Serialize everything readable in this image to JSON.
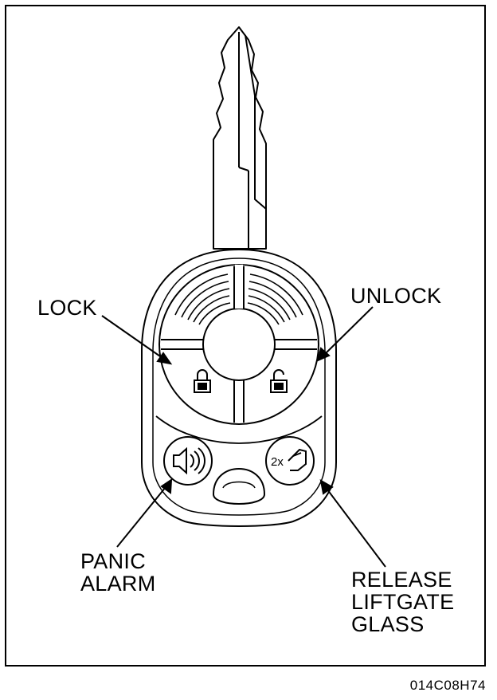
{
  "labels": {
    "lock": "LOCK",
    "unlock": "UNLOCK",
    "panic_line1": "PANIC",
    "panic_line2": "ALARM",
    "release_line1": "RELEASE",
    "release_line2": "LIFTGATE",
    "release_line3": "GLASS"
  },
  "buttons": {
    "liftgate_mark": "2x"
  },
  "figure_id": "014C08H74",
  "colors": {
    "ink": "#000000",
    "paper": "#ffffff"
  }
}
